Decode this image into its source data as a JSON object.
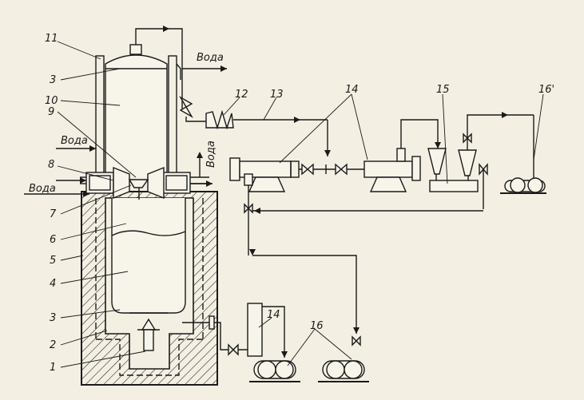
{
  "labels": {
    "water": "Вода",
    "n1": "1",
    "n2": "2",
    "n3": "3",
    "n4": "4",
    "n5": "5",
    "n6": "6",
    "n7": "7",
    "n8": "8",
    "n9": "9",
    "n10": "10",
    "n11": "11",
    "n12": "12",
    "n13": "13",
    "n14": "14",
    "n15": "15",
    "n16": "16",
    "n16p": "16'"
  }
}
